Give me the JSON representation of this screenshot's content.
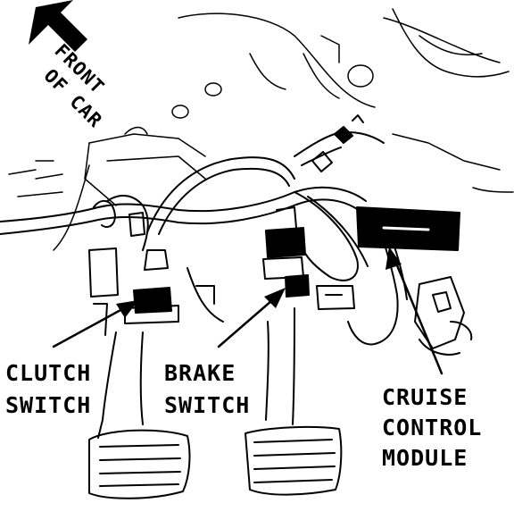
{
  "diagram": {
    "orientation_label": [
      "FRONT",
      "OF CAR"
    ],
    "callouts": {
      "clutch": [
        "CLUTCH",
        "SWITCH"
      ],
      "brake": [
        "BRAKE",
        "SWITCH"
      ],
      "module": [
        "CRUISE",
        "CONTROL",
        "MODULE"
      ]
    },
    "ink_color": "#000000",
    "paper_color": "#ffffff",
    "icons": {
      "orientation_arrow": "arrow-up-left-icon"
    }
  }
}
